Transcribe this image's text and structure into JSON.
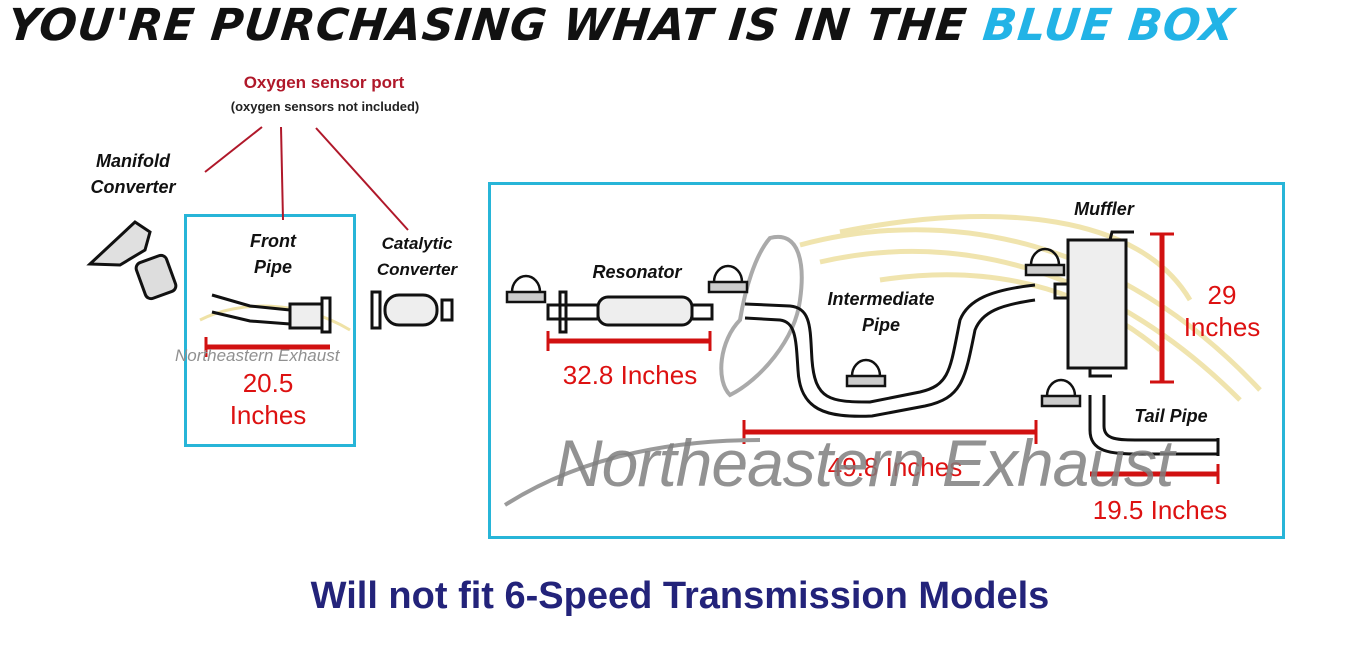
{
  "headline": {
    "prefix": "YOU'RE PURCHASING WHAT IS IN THE",
    "highlight": "BLUE BOX"
  },
  "sensor": {
    "title": "Oxygen sensor port",
    "note": "(oxygen sensors not included)"
  },
  "parts": {
    "manifold": [
      "Manifold",
      "Converter"
    ],
    "front_pipe": [
      "Front",
      "Pipe"
    ],
    "catalytic": [
      "Catalytic",
      "Converter"
    ],
    "resonator": "Resonator",
    "intermediate": [
      "Intermediate",
      "Pipe"
    ],
    "muffler": "Muffler",
    "tail_pipe": "Tail Pipe"
  },
  "measurements": {
    "front_pipe": [
      "20.5",
      "Inches"
    ],
    "resonator": "32.8 Inches",
    "intermediate": "49.8 Inches",
    "muffler": [
      "29",
      "Inches"
    ],
    "tail_pipe": "19.5 Inches"
  },
  "watermark": {
    "small": "Northeastern Exhaust",
    "large": "Northeastern Exhaust"
  },
  "footer": "Will not fit 6-Speed Transmission Models",
  "colors": {
    "box": "#27b5d8",
    "measure": "#d11111",
    "title_red": "#b0182a",
    "footer": "#23237a",
    "highlight": "#22b3e6"
  }
}
